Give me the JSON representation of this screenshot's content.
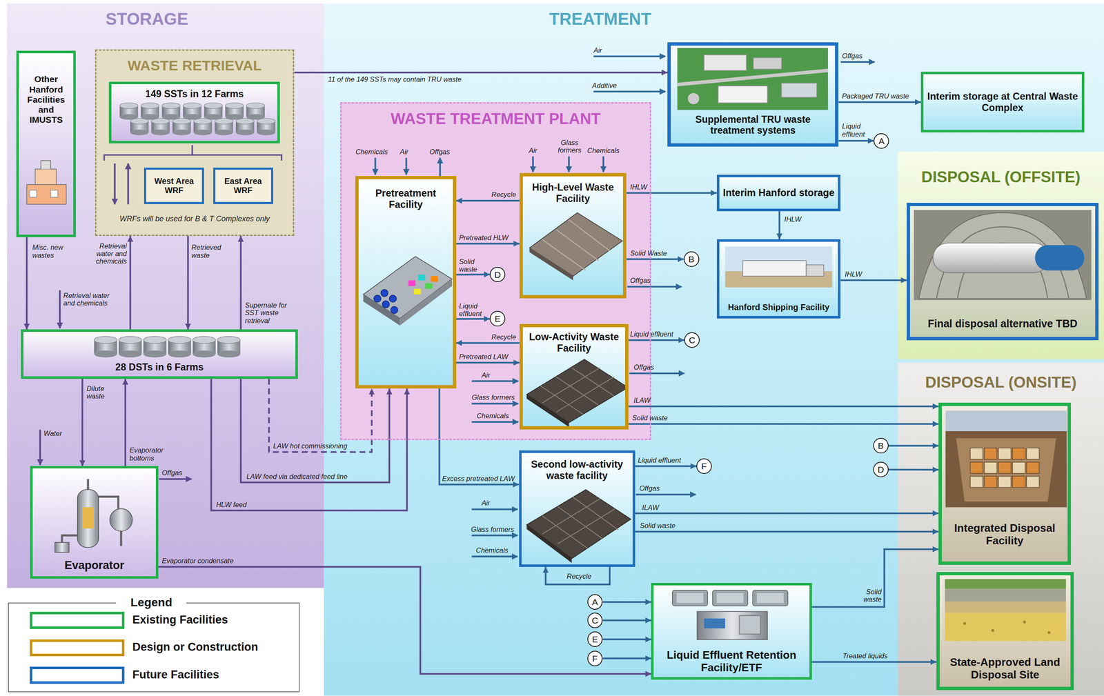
{
  "diagram": {
    "nodes": [
      {
        "text": [
          "STORAGE"
        ]
      },
      {
        "text": [
          "Other Hanford Facilities and IMUSTS"
        ],
        "in": 0
      },
      {
        "text": [
          "WASTE RETRIEVAL",
          "WRFs will be used for B & T Complexes only"
        ],
        "in": 0
      },
      {
        "text": [
          "149 SSTs in 12 Farms"
        ],
        "in": 2
      },
      {
        "text": [
          "West Area WRF"
        ],
        "in": 2
      },
      {
        "text": [
          "East Area WRF"
        ],
        "in": 2
      },
      {
        "text": [
          "28 DSTs in 6 Farms"
        ],
        "in": 0
      },
      {
        "text": [
          "Evaporator"
        ],
        "in": 0
      },
      {
        "text": [
          "TREATMENT"
        ]
      },
      {
        "text": [
          "Supplemental TRU waste treatment systems"
        ],
        "in": 8
      },
      {
        "text": [
          "WASTE TREATMENT PLANT"
        ],
        "in": 8
      },
      {
        "text": [
          "Pretreatment Facility"
        ],
        "in": 10
      },
      {
        "text": [
          "High-Level Waste Facility"
        ],
        "in": 10
      },
      {
        "text": [
          "Low-Activity Waste Facility"
        ],
        "in": 10
      },
      {
        "text": [
          "Interim Hanford storage"
        ],
        "in": 8
      },
      {
        "text": [
          "Hanford Shipping Facility"
        ],
        "in": 8
      },
      {
        "text": [
          "Second low-activity waste facility"
        ],
        "in": 8
      },
      {
        "text": [
          "Liquid Effluent Retention Facility/ETF"
        ],
        "in": 8
      },
      {
        "text": [
          "Interim storage at Central Waste Complex"
        ],
        "in": 8
      },
      {
        "text": [
          "DISPOSAL (OFFSITE)"
        ]
      },
      {
        "text": [
          "Final disposal alternative TBD"
        ],
        "in": 19
      },
      {
        "text": [
          "DISPOSAL (ONSITE)"
        ]
      },
      {
        "text": [
          "Integrated Disposal Facility"
        ],
        "in": 21
      },
      {
        "text": [
          "State-Approved Land Disposal Site"
        ],
        "in": 21
      },
      {
        "text": [
          "A"
        ],
        "in": 8
      },
      {
        "text": [
          "D"
        ],
        "in": 10
      },
      {
        "text": [
          "E"
        ],
        "in": 10
      },
      {
        "text": [
          "B"
        ],
        "in": 8
      },
      {
        "text": [
          "C"
        ],
        "in": 8
      },
      {
        "text": [
          "F"
        ],
        "in": 8
      },
      {
        "text": [
          "B"
        ],
        "in": 8
      },
      {
        "text": [
          "D"
        ],
        "in": 8
      },
      {
        "text": [
          "A"
        ],
        "in": 8
      },
      {
        "text": [
          "C"
        ],
        "in": 8
      },
      {
        "text": [
          "E"
        ],
        "in": 8
      },
      {
        "text": [
          "F"
        ],
        "in": 8
      }
    ],
    "edges": [
      {
        "from": 2,
        "to": 9,
        "label": "11 of the 149 SSTs may contain TRU waste",
        "arrow": "to"
      },
      {
        "from": 9,
        "to": 18,
        "label": "Packaged TRU waste",
        "arrow": "to"
      },
      {
        "from": 9,
        "to": 24,
        "label": "Liquid effluent",
        "arrow": "to"
      },
      {
        "from": 1,
        "to": 6,
        "label": "Misc. new wastes",
        "arrow": "to"
      },
      {
        "from": 6,
        "to": 2,
        "label": "Retrieval water and chemicals",
        "arrow": "to"
      },
      {
        "from": 2,
        "to": 6,
        "label": "Retrieved waste",
        "arrow": "to"
      },
      {
        "from": 6,
        "to": 2,
        "label": "Supernate for SST waste retrieval",
        "arrow": "to"
      },
      {
        "from": 6,
        "to": 7,
        "label": "Dilute waste",
        "arrow": "to"
      },
      {
        "from": 7,
        "to": 6,
        "label": "Evaporator bottoms",
        "arrow": "to"
      },
      {
        "from": 7,
        "to": 17,
        "label": "Evaporator condensate",
        "arrow": "to"
      },
      {
        "from": 6,
        "to": 11,
        "label": "LAW hot commissioning",
        "arrow": "to"
      },
      {
        "from": 6,
        "to": 11,
        "label": "LAW feed via dedicated feed line",
        "arrow": "to"
      },
      {
        "from": 6,
        "to": 11,
        "label": "HLW feed",
        "arrow": "to"
      },
      {
        "from": 12,
        "to": 11,
        "label": "Recycle",
        "arrow": "to"
      },
      {
        "from": 11,
        "to": 12,
        "label": "Pretreated HLW",
        "arrow": "to"
      },
      {
        "from": 11,
        "to": 25,
        "label": "Solid waste",
        "arrow": "to"
      },
      {
        "from": 11,
        "to": 26,
        "label": "Liquid effluent",
        "arrow": "to"
      },
      {
        "from": 13,
        "to": 11,
        "label": "Recycle",
        "arrow": "to"
      },
      {
        "from": 11,
        "to": 13,
        "label": "Pretreated LAW",
        "arrow": "to"
      },
      {
        "from": 11,
        "to": 16,
        "label": "Excess pretreated LAW",
        "arrow": "to"
      },
      {
        "from": 12,
        "to": 14,
        "label": "IHLW",
        "arrow": "to"
      },
      {
        "from": 14,
        "to": 15,
        "label": "IHLW",
        "arrow": "to"
      },
      {
        "from": 15,
        "to": 20,
        "label": "IHLW",
        "arrow": "to"
      },
      {
        "from": 12,
        "to": 27,
        "label": "Solid Waste",
        "arrow": "to"
      },
      {
        "from": 13,
        "to": 28,
        "label": "Liquid effluent",
        "arrow": "to"
      },
      {
        "from": 13,
        "to": 22,
        "label": "ILAW",
        "arrow": "to"
      },
      {
        "from": 13,
        "to": 22,
        "label": "Solid waste",
        "arrow": "to"
      },
      {
        "from": 16,
        "to": 29,
        "label": "Liquid effluent",
        "arrow": "to"
      },
      {
        "from": 16,
        "to": 22,
        "label": "ILAW",
        "arrow": "to"
      },
      {
        "from": 16,
        "to": 22,
        "label": "Solid waste",
        "arrow": "to"
      },
      {
        "from": 16,
        "to": 16,
        "label": "Recycle",
        "arrow": "to"
      },
      {
        "from": 30,
        "to": 22,
        "arrow": "to"
      },
      {
        "from": 31,
        "to": 22,
        "arrow": "to"
      },
      {
        "from": 32,
        "to": 17,
        "arrow": "to"
      },
      {
        "from": 33,
        "to": 17,
        "arrow": "to"
      },
      {
        "from": 34,
        "to": 17,
        "arrow": "to"
      },
      {
        "from": 35,
        "to": 17,
        "arrow": "to"
      },
      {
        "from": 17,
        "to": 22,
        "label": "Solid waste",
        "arrow": "to"
      },
      {
        "from": 17,
        "to": 23,
        "label": "Treated liquids",
        "arrow": "to"
      }
    ],
    "labels": [
      "Air",
      "Additive",
      "Offgas",
      "Chemicals",
      "Air",
      "Offgas",
      "Air",
      "Glass formers",
      "Chemicals",
      "Offgas",
      "Air",
      "Glass formers",
      "Chemicals",
      "Offgas",
      "Air",
      "Glass formers",
      "Chemicals",
      "Offgas",
      "Retrieval water and chemicals",
      "Water",
      "Offgas",
      "Legend"
    ],
    "legend": [
      {
        "text": "Existing Facilities",
        "color": "#22b14c"
      },
      {
        "text": "Design or Construction",
        "color": "#c9960c"
      },
      {
        "text": "Future Facilities",
        "color": "#1f6fc1"
      }
    ]
  }
}
